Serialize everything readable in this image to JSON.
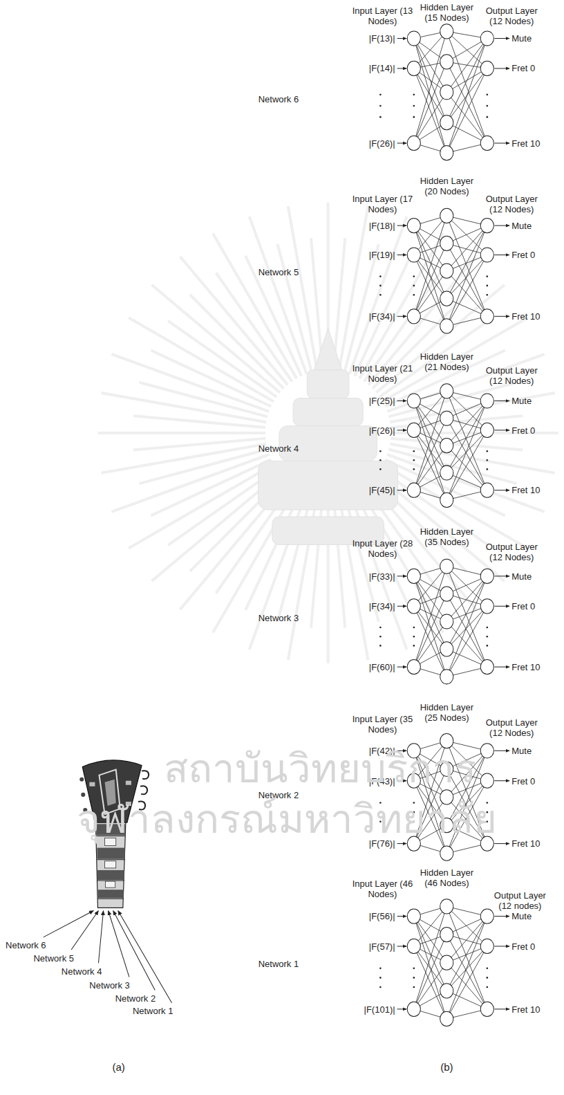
{
  "diagram": {
    "labels": [
      "Hidden Layer (15 Nodes)",
      "Input Layer (13 Nodes)",
      "Output Layer (12 Nodes)",
      "Network 6",
      "|F(13)|",
      "|F(14)|",
      "|F(26)|",
      "Mute",
      "Fret 0",
      "Fret 10",
      "Hidden Layer (20 Nodes)",
      "Input Layer (17 Nodes)",
      "Output Layer (12 Nodes)",
      "Network 5",
      "|F(18)|",
      "|F(19)|",
      "|F(34)|",
      "Mute",
      "Fret 0",
      "Fret 10",
      "Hidden Layer (21 Nodes)",
      "Input Layer (21 Nodes)",
      "Output Layer (12 Nodes)",
      "Network 4",
      "|F(25)|",
      "|F(26)|",
      "|F(45)|",
      "Mute",
      "Fret 0",
      "Fret 10",
      "Hidden Layer (35 Nodes)",
      "Input Layer (28 Nodes)",
      "Output Layer (12 Nodes)",
      "Network 3",
      "|F(33)|",
      "|F(34)|",
      "|F(60)|",
      "Mute",
      "Fret 0",
      "Fret 10",
      "Hidden Layer (25 Nodes)",
      "Input Layer (35 Nodes)",
      "Output Layer (12 Nodes)",
      "Network 2",
      "|F(42)|",
      "|F(43)|",
      "|F(76)|",
      "Mute",
      "Fret 0",
      "Fret 10",
      "Hidden Layer (46 Nodes)",
      "Input Layer (46 Nodes)",
      "Output Layer (12 nodes)",
      "Network 1",
      "|F(56)|",
      "|F(57)|",
      "|F(101)|",
      "Mute",
      "Fret 0",
      "Fret 10",
      "Network 6",
      "Network 5",
      "Network 4",
      "Network 3",
      "Network 2",
      "Network 1",
      "(a)",
      "(b)",
      "สถาบันวิทยบริการ",
      "จุฬาลงกรณ์มหาวิทยาลัย"
    ]
  }
}
